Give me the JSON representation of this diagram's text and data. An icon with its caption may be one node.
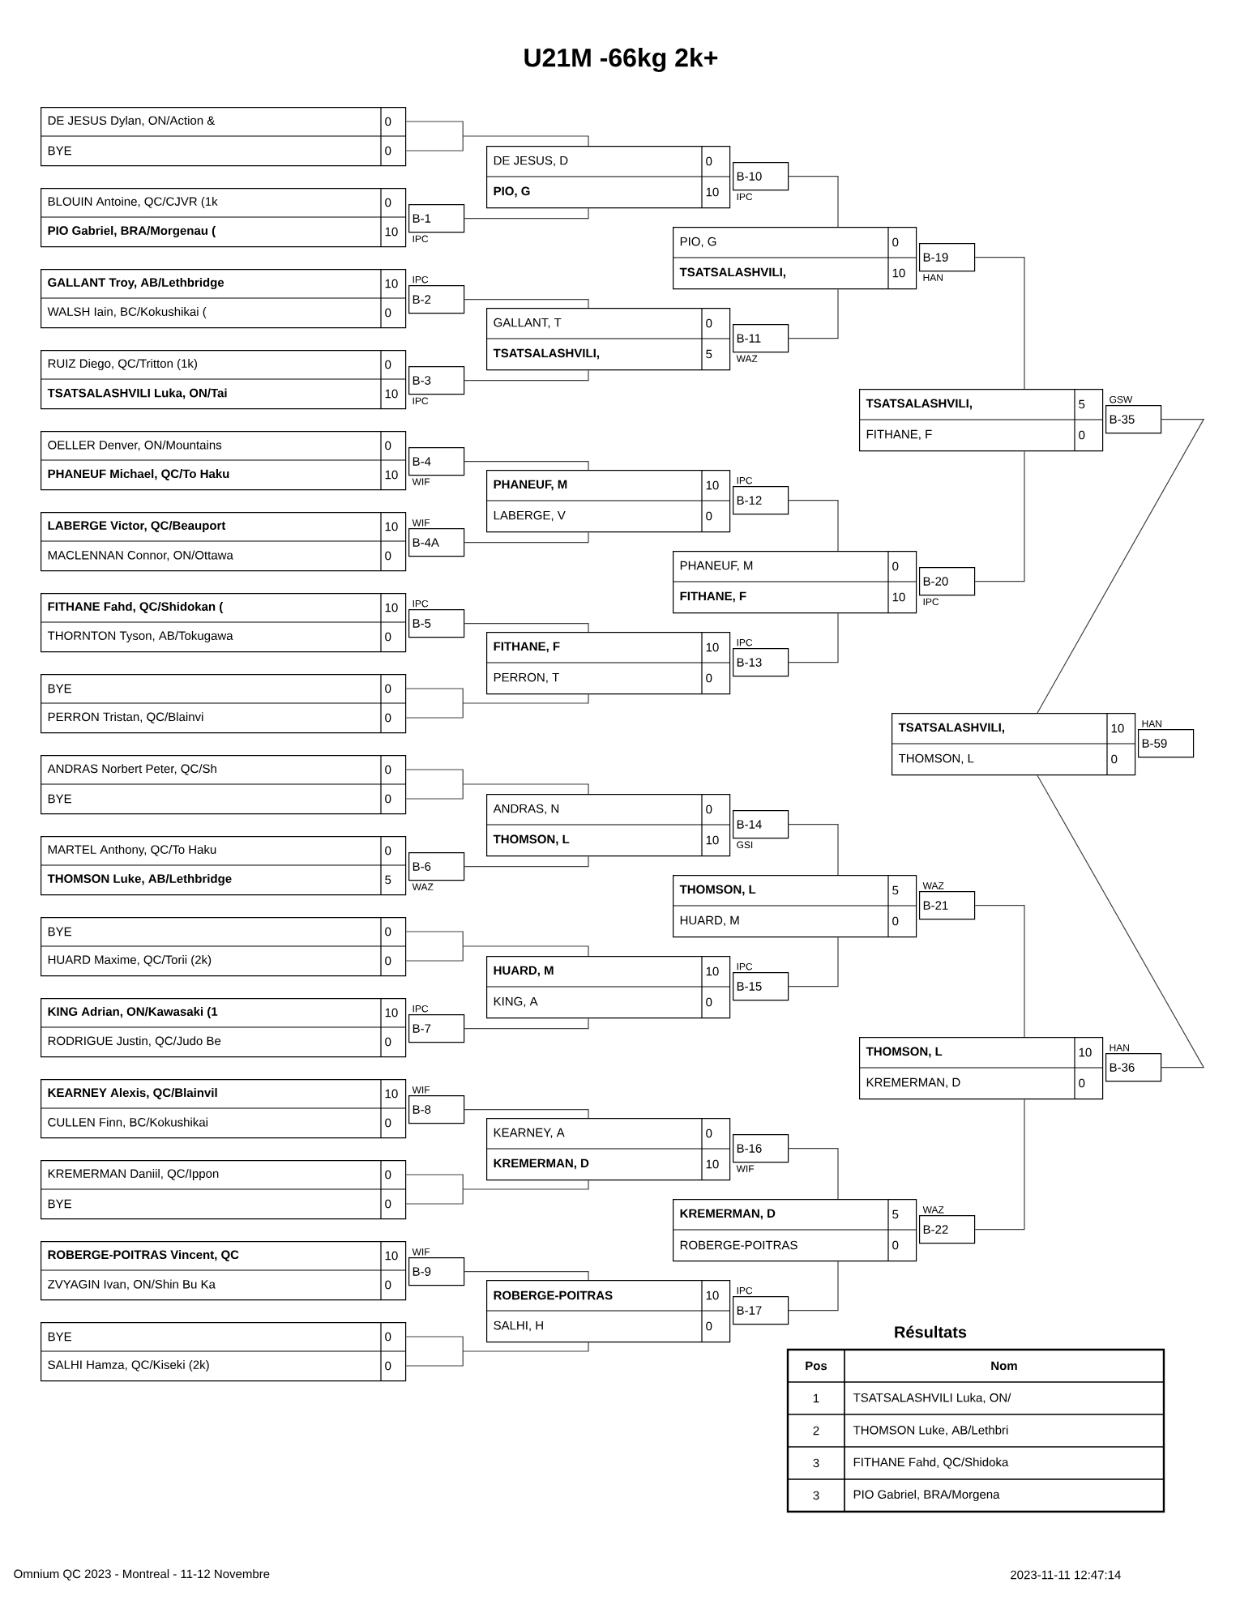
{
  "diagram": {
    "title": "U21M -66kg 2k+",
    "nodes": [
      {
        "text": [
          "DE JESUS Dylan, ON/Action &",
          "0",
          "BYE",
          "0"
        ]
      },
      {
        "text": [
          "BLOUIN Antoine, QC/CJVR (1k",
          "0",
          "PIO Gabriel, BRA/Morgenau (",
          "10"
        ]
      },
      {
        "text": [
          "B-1"
        ],
        "beside": [
          "IPC"
        ]
      },
      {
        "text": [
          "GALLANT Troy, AB/Lethbridge",
          "10",
          "WALSH Iain, BC/Kokushikai (",
          "0"
        ]
      },
      {
        "text": [
          "B-2"
        ],
        "beside": [
          "IPC"
        ]
      },
      {
        "text": [
          "RUIZ Diego, QC/Tritton (1k)",
          "0",
          "TSATSALASHVILI Luka, ON/Tai",
          "10"
        ]
      },
      {
        "text": [
          "B-3"
        ],
        "beside": [
          "IPC"
        ]
      },
      {
        "text": [
          "OELLER Denver, ON/Mountains",
          "0",
          "PHANEUF Michael, QC/To Haku",
          "10"
        ]
      },
      {
        "text": [
          "B-4"
        ],
        "beside": [
          "WIF"
        ]
      },
      {
        "text": [
          "LABERGE Victor, QC/Beauport",
          "10",
          "MACLENNAN Connor, ON/Ottawa",
          "0"
        ]
      },
      {
        "text": [
          "B-4A"
        ],
        "beside": [
          "WIF"
        ]
      },
      {
        "text": [
          "FITHANE Fahd, QC/Shidokan (",
          "10",
          "THORNTON Tyson, AB/Tokugawa",
          "0"
        ]
      },
      {
        "text": [
          "B-5"
        ],
        "beside": [
          "IPC"
        ]
      },
      {
        "text": [
          "BYE",
          "0",
          "PERRON Tristan, QC/Blainvi",
          "0"
        ]
      },
      {
        "text": [
          "ANDRAS Norbert Peter, QC/Sh",
          "0",
          "BYE",
          "0"
        ]
      },
      {
        "text": [
          "MARTEL Anthony, QC/To Haku",
          "0",
          "THOMSON Luke, AB/Lethbridge",
          "5"
        ]
      },
      {
        "text": [
          "B-6"
        ],
        "beside": [
          "WAZ"
        ]
      },
      {
        "text": [
          "BYE",
          "0",
          "HUARD Maxime, QC/Torii (2k)",
          "0"
        ]
      },
      {
        "text": [
          "KING Adrian, ON/Kawasaki (1",
          "10",
          "RODRIGUE Justin, QC/Judo Be",
          "0"
        ]
      },
      {
        "text": [
          "B-7"
        ],
        "beside": [
          "IPC"
        ]
      },
      {
        "text": [
          "KEARNEY Alexis, QC/Blainvil",
          "10",
          "CULLEN Finn, BC/Kokushikai",
          "0"
        ]
      },
      {
        "text": [
          "B-8"
        ],
        "beside": [
          "WIF"
        ]
      },
      {
        "text": [
          "KREMERMAN Daniil, QC/Ippon",
          "0",
          "BYE",
          "0"
        ]
      },
      {
        "text": [
          "ROBERGE-POITRAS Vincent, QC",
          "10",
          "ZVYAGIN Ivan, ON/Shin Bu Ka",
          "0"
        ]
      },
      {
        "text": [
          "B-9"
        ],
        "beside": [
          "WIF"
        ]
      },
      {
        "text": [
          "BYE",
          "0",
          "SALHI Hamza, QC/Kiseki (2k)",
          "0"
        ]
      },
      {
        "text": [
          "DE JESUS, D",
          "0",
          "PIO, G",
          "10"
        ]
      },
      {
        "text": [
          "B-10"
        ],
        "beside": [
          "IPC"
        ]
      },
      {
        "text": [
          "GALLANT, T",
          "0",
          "TSATSALASHVILI,",
          "5"
        ]
      },
      {
        "text": [
          "B-11"
        ],
        "beside": [
          "WAZ"
        ]
      },
      {
        "text": [
          "PHANEUF, M",
          "10",
          "LABERGE, V",
          "0"
        ]
      },
      {
        "text": [
          "B-12"
        ],
        "beside": [
          "IPC"
        ]
      },
      {
        "text": [
          "FITHANE, F",
          "10",
          "PERRON, T",
          "0"
        ]
      },
      {
        "text": [
          "B-13"
        ],
        "beside": [
          "IPC"
        ]
      },
      {
        "text": [
          "ANDRAS, N",
          "0",
          "THOMSON, L",
          "10"
        ]
      },
      {
        "text": [
          "B-14"
        ],
        "beside": [
          "GSI"
        ]
      },
      {
        "text": [
          "HUARD, M",
          "10",
          "KING, A",
          "0"
        ]
      },
      {
        "text": [
          "B-15"
        ],
        "beside": [
          "IPC"
        ]
      },
      {
        "text": [
          "KEARNEY, A",
          "0",
          "KREMERMAN, D",
          "10"
        ]
      },
      {
        "text": [
          "B-16"
        ],
        "beside": [
          "WIF"
        ]
      },
      {
        "text": [
          "ROBERGE-POITRAS",
          "10",
          "SALHI, H",
          "0"
        ]
      },
      {
        "text": [
          "B-17"
        ],
        "beside": [
          "IPC"
        ]
      },
      {
        "text": [
          "PIO, G",
          "0",
          "TSATSALASHVILI,",
          "10"
        ]
      },
      {
        "text": [
          "B-19"
        ],
        "beside": [
          "HAN"
        ]
      },
      {
        "text": [
          "PHANEUF, M",
          "0",
          "FITHANE, F",
          "10"
        ]
      },
      {
        "text": [
          "B-20"
        ],
        "beside": [
          "IPC"
        ]
      },
      {
        "text": [
          "THOMSON, L",
          "5",
          "HUARD, M",
          "0"
        ]
      },
      {
        "text": [
          "B-21"
        ],
        "beside": [
          "WAZ"
        ]
      },
      {
        "text": [
          "KREMERMAN, D",
          "5",
          "ROBERGE-POITRAS",
          "0"
        ]
      },
      {
        "text": [
          "B-22"
        ],
        "beside": [
          "WAZ"
        ]
      },
      {
        "text": [
          "TSATSALASHVILI,",
          "5",
          "FITHANE, F",
          "0"
        ]
      },
      {
        "text": [
          "B-35"
        ],
        "beside": [
          "GSW"
        ]
      },
      {
        "text": [
          "THOMSON, L",
          "10",
          "KREMERMAN, D",
          "0"
        ]
      },
      {
        "text": [
          "B-36"
        ],
        "beside": [
          "HAN"
        ]
      },
      {
        "text": [
          "TSATSALASHVILI,",
          "10",
          "THOMSON, L",
          "0"
        ]
      },
      {
        "text": [
          "B-59"
        ],
        "beside": [
          "HAN"
        ]
      }
    ],
    "edges": [
      {
        "from": 0,
        "to": 26,
        "arrow": "none"
      },
      {
        "from": 2,
        "to": 26,
        "arrow": "none"
      },
      {
        "from": 4,
        "to": 28,
        "arrow": "none"
      },
      {
        "from": 6,
        "to": 28,
        "arrow": "none"
      },
      {
        "from": 8,
        "to": 30,
        "arrow": "none"
      },
      {
        "from": 10,
        "to": 30,
        "arrow": "none"
      },
      {
        "from": 12,
        "to": 32,
        "arrow": "none"
      },
      {
        "from": 13,
        "to": 32,
        "arrow": "none"
      },
      {
        "from": 14,
        "to": 34,
        "arrow": "none"
      },
      {
        "from": 16,
        "to": 34,
        "arrow": "none"
      },
      {
        "from": 17,
        "to": 36,
        "arrow": "none"
      },
      {
        "from": 19,
        "to": 36,
        "arrow": "none"
      },
      {
        "from": 21,
        "to": 38,
        "arrow": "none"
      },
      {
        "from": 22,
        "to": 38,
        "arrow": "none"
      },
      {
        "from": 24,
        "to": 40,
        "arrow": "none"
      },
      {
        "from": 25,
        "to": 40,
        "arrow": "none"
      },
      {
        "from": 27,
        "to": 42,
        "arrow": "none"
      },
      {
        "from": 29,
        "to": 42,
        "arrow": "none"
      },
      {
        "from": 31,
        "to": 44,
        "arrow": "none"
      },
      {
        "from": 33,
        "to": 44,
        "arrow": "none"
      },
      {
        "from": 35,
        "to": 46,
        "arrow": "none"
      },
      {
        "from": 37,
        "to": 46,
        "arrow": "none"
      },
      {
        "from": 39,
        "to": 48,
        "arrow": "none"
      },
      {
        "from": 41,
        "to": 48,
        "arrow": "none"
      },
      {
        "from": 43,
        "to": 50,
        "arrow": "none"
      },
      {
        "from": 45,
        "to": 50,
        "arrow": "none"
      },
      {
        "from": 47,
        "to": 52,
        "arrow": "none"
      },
      {
        "from": 49,
        "to": 52,
        "arrow": "none"
      },
      {
        "from": 51,
        "to": 54,
        "arrow": "none"
      },
      {
        "from": 53,
        "to": 54,
        "arrow": "none"
      }
    ],
    "labels": [
      "Résultats",
      "Pos",
      "Nom",
      "1",
      "TSATSALASHVILI Luka, ON/",
      "2",
      "THOMSON Luke, AB/Lethbri",
      "3",
      "FITHANE Fahd, QC/Shidoka",
      "3",
      "PIO Gabriel, BRA/Morgena",
      "Omnium QC 2023 - Montreal - 11-12 Novembre",
      "2023-11-11 12:47:14"
    ]
  }
}
